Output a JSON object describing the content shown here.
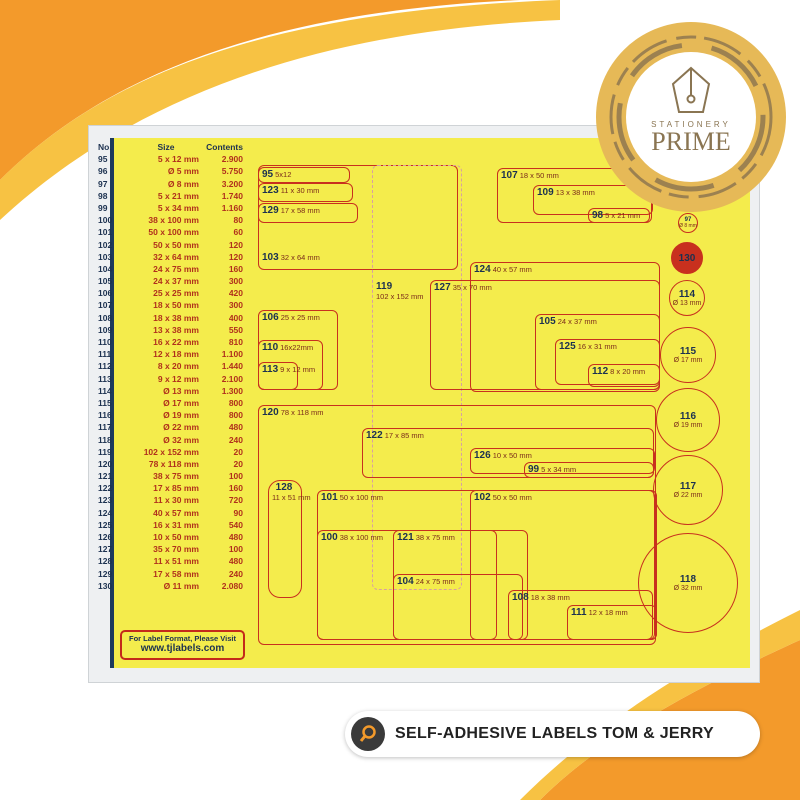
{
  "brand": {
    "line1": "STATIONERY",
    "line2": "PRIME",
    "colors": {
      "gold": "#e6b957",
      "brown": "#8a7552",
      "orange": "#f39a2b"
    }
  },
  "product_title": "SELF-ADHESIVE LABELS TOM & JERRY",
  "table": {
    "headers": [
      "No.",
      "Size",
      "Contents"
    ],
    "rows": [
      [
        "95",
        "5 x 12 mm",
        "2.900"
      ],
      [
        "96",
        "Ø 5 mm",
        "5.750"
      ],
      [
        "97",
        "Ø 8 mm",
        "3.200"
      ],
      [
        "98",
        "5 x 21 mm",
        "1.740"
      ],
      [
        "99",
        "5 x 34 mm",
        "1.160"
      ],
      [
        "100",
        "38 x 100 mm",
        "80"
      ],
      [
        "101",
        "50 x 100 mm",
        "60"
      ],
      [
        "102",
        "50 x 50 mm",
        "120"
      ],
      [
        "103",
        "32 x 64 mm",
        "120"
      ],
      [
        "104",
        "24 x 75 mm",
        "160"
      ],
      [
        "105",
        "24 x 37 mm",
        "300"
      ],
      [
        "106",
        "25 x 25 mm",
        "420"
      ],
      [
        "107",
        "18 x 50 mm",
        "300"
      ],
      [
        "108",
        "18 x 38 mm",
        "400"
      ],
      [
        "109",
        "13 x 38 mm",
        "550"
      ],
      [
        "110",
        "16 x 22 mm",
        "810"
      ],
      [
        "111",
        "12 x 18 mm",
        "1.100"
      ],
      [
        "112",
        "8 x 20 mm",
        "1.440"
      ],
      [
        "113",
        "9 x 12 mm",
        "2.100"
      ],
      [
        "114",
        "Ø 13 mm",
        "1.300"
      ],
      [
        "115",
        "Ø 17 mm",
        "800"
      ],
      [
        "116",
        "Ø 19 mm",
        "800"
      ],
      [
        "117",
        "Ø 22 mm",
        "480"
      ],
      [
        "118",
        "Ø 32 mm",
        "240"
      ],
      [
        "119",
        "102 x 152 mm",
        "20"
      ],
      [
        "120",
        "78 x 118 mm",
        "20"
      ],
      [
        "121",
        "38 x 75 mm",
        "100"
      ],
      [
        "122",
        "17 x 85 mm",
        "160"
      ],
      [
        "123",
        "11 x 30 mm",
        "720"
      ],
      [
        "124",
        "40 x 57 mm",
        "90"
      ],
      [
        "125",
        "16 x 31 mm",
        "540"
      ],
      [
        "126",
        "10 x 50 mm",
        "480"
      ],
      [
        "127",
        "35 x 70 mm",
        "100"
      ],
      [
        "128",
        "11 x 51 mm",
        "480"
      ],
      [
        "129",
        "17 x 58 mm",
        "240"
      ],
      [
        "130",
        "Ø 11 mm",
        "2.080"
      ]
    ]
  },
  "visit": {
    "line1": "For Label Format, Please Visit",
    "line2": "www.tjlabels.com"
  },
  "labels": [
    {
      "id": "103",
      "size": "32 x 64 mm"
    },
    {
      "id": "95",
      "size": "5x12"
    },
    {
      "id": "123",
      "size": "11 x 30 mm"
    },
    {
      "id": "129",
      "size": "17 x 58 mm"
    },
    {
      "id": "119",
      "size": "102 x 152 mm"
    },
    {
      "id": "107",
      "size": "18 x 50 mm"
    },
    {
      "id": "109",
      "size": "13 x 38 mm"
    },
    {
      "id": "98",
      "size": "5 x 21 mm"
    },
    {
      "id": "124",
      "size": "40 x 57 mm"
    },
    {
      "id": "127",
      "size": "35 x 70 mm"
    },
    {
      "id": "105",
      "size": "24 x 37 mm"
    },
    {
      "id": "125",
      "size": "16 x 31 mm"
    },
    {
      "id": "112",
      "size": "8 x 20 mm"
    },
    {
      "id": "106",
      "size": "25 x 25 mm"
    },
    {
      "id": "110",
      "size": "16x22mm"
    },
    {
      "id": "113",
      "size": "9 x 12 mm"
    },
    {
      "id": "120",
      "size": "78 x 118 mm"
    },
    {
      "id": "122",
      "size": "17 x 85 mm"
    },
    {
      "id": "126",
      "size": "10 x 50 mm"
    },
    {
      "id": "99",
      "size": "5 x 34 mm"
    },
    {
      "id": "101",
      "size": "50 x 100 mm"
    },
    {
      "id": "102",
      "size": "50 x 50 mm"
    },
    {
      "id": "100",
      "size": "38 x 100 mm"
    },
    {
      "id": "121",
      "size": "38 x 75 mm"
    },
    {
      "id": "104",
      "size": "24 x 75 mm"
    },
    {
      "id": "108",
      "size": "18 x 38 mm"
    },
    {
      "id": "111",
      "size": "12 x 18 mm"
    },
    {
      "id": "128",
      "size": "11 x 51 mm"
    }
  ],
  "circles": [
    {
      "id": "97",
      "size": "Ø 8 mm"
    },
    {
      "id": "130",
      "size": ""
    },
    {
      "id": "114",
      "size": "Ø 13 mm"
    },
    {
      "id": "115",
      "size": "Ø 17 mm"
    },
    {
      "id": "116",
      "size": "Ø 19 mm"
    },
    {
      "id": "117",
      "size": "Ø 22 mm"
    },
    {
      "id": "118",
      "size": "Ø 32 mm"
    }
  ]
}
